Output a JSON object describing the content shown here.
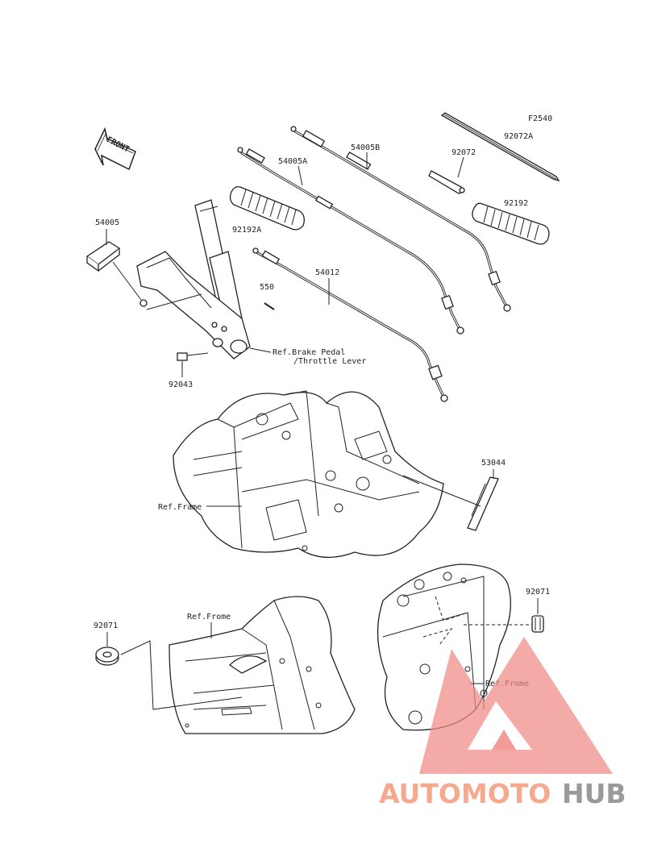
{
  "diagram_code": "F2540",
  "front_arrow_label": "FRONT",
  "parts": {
    "p54005": "54005",
    "p54005A": "54005A",
    "p54005B": "54005B",
    "p54012": "54012",
    "p92072": "92072",
    "p92072A": "92072A",
    "p92192": "92192",
    "p92192A": "92192A",
    "p550": "550",
    "p92043": "92043",
    "p53044": "53044",
    "p92071_left": "92071",
    "p92071_right": "92071"
  },
  "references": {
    "brake_pedal": "Ref.Brake Pedal",
    "throttle_lever": "/Throttle Lever",
    "frame": "Ref.Frame",
    "frome_left": "Ref.Frome",
    "frome_right": "Ref.Frome"
  },
  "watermark": {
    "part1": "AUTOMOTO",
    "part2": "HUB",
    "color1": "#f5a98f",
    "color2": "#9a9a9a",
    "logo_color": "#f08a86"
  }
}
